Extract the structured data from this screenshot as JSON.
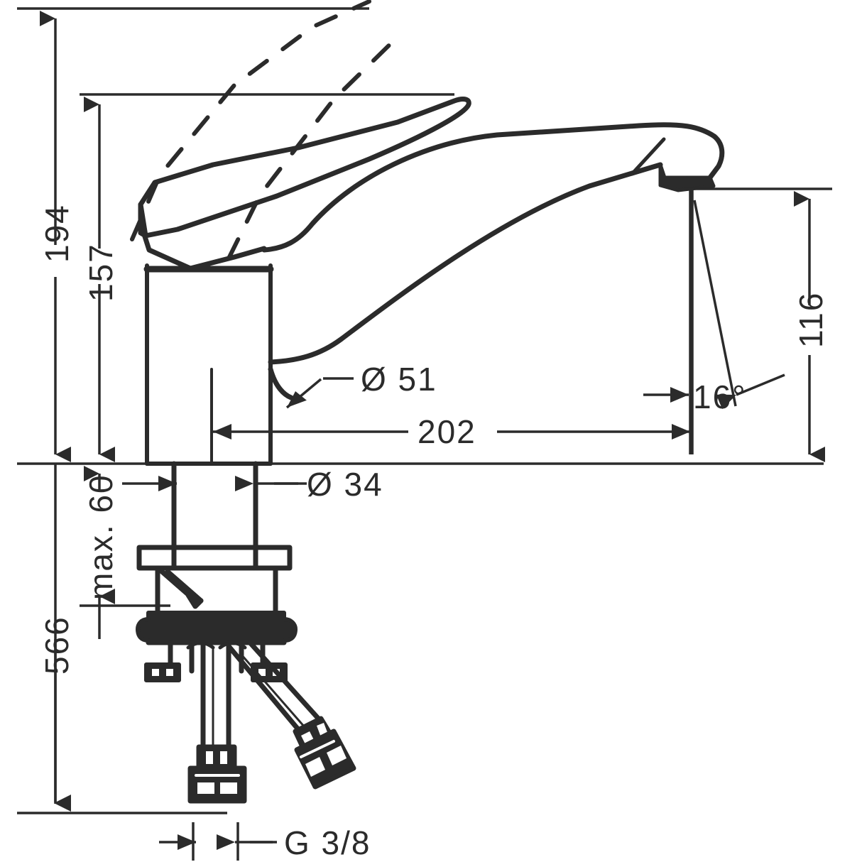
{
  "drawing": {
    "type": "technical-dimension-drawing",
    "subject": "single-lever kitchen mixer tap, side elevation with dimensions",
    "units": "mm",
    "line_color": "#2b2b2b",
    "background_color": "#ffffff"
  },
  "dimensions": {
    "overall_height_lever_up": "194",
    "height_to_lever_top": "157",
    "spout_outlet_height": "116",
    "spout_reach": "202",
    "spout_swivel_angle": "16°",
    "body_base_diameter": "Ø 51",
    "shank_diameter": "Ø 34",
    "max_counter_thickness": "max. 60",
    "total_length_with_hoses": "566",
    "hose_thread": "G 3/8"
  },
  "labels": [
    {
      "id": "dim-194",
      "text": "194",
      "orientation": "vertical"
    },
    {
      "id": "dim-157",
      "text": "157",
      "orientation": "vertical"
    },
    {
      "id": "dim-116",
      "text": "116",
      "orientation": "vertical"
    },
    {
      "id": "dim-202",
      "text": "202",
      "orientation": "horizontal"
    },
    {
      "id": "dim-16deg",
      "text": "16°",
      "orientation": "horizontal"
    },
    {
      "id": "dim-d51",
      "text": "Ø 51",
      "orientation": "horizontal"
    },
    {
      "id": "dim-d34",
      "text": "Ø 34",
      "orientation": "horizontal"
    },
    {
      "id": "dim-max60",
      "text": "max. 60",
      "orientation": "vertical"
    },
    {
      "id": "dim-566",
      "text": "566",
      "orientation": "vertical"
    },
    {
      "id": "dim-g38",
      "text": "G 3/8",
      "orientation": "horizontal"
    }
  ]
}
